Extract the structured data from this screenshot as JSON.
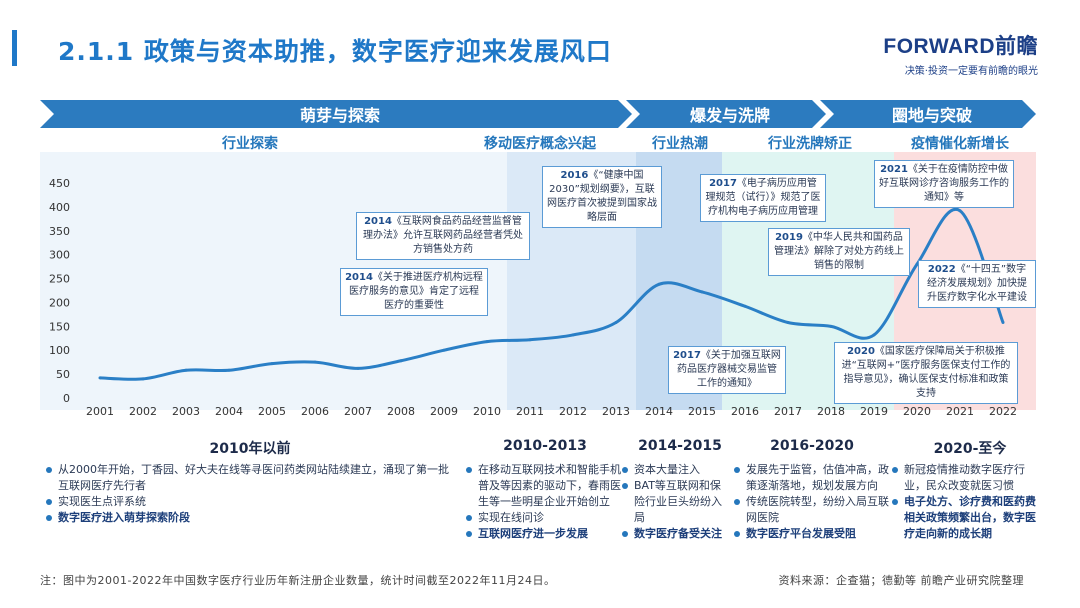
{
  "header": {
    "title": "2.1.1 政策与资本助推，数字医疗迎来发展风口",
    "brand_logo": "FORWARD前瞻",
    "brand_slogan": "决策·投资一定要有前瞻的眼光"
  },
  "phases": [
    {
      "label": "萌芽与探索",
      "color": "#2c7bbf"
    },
    {
      "label": "爆发与洗牌",
      "color": "#2c7bbf"
    },
    {
      "label": "圈地与突破",
      "color": "#2c7bbf"
    }
  ],
  "subphases": [
    {
      "label": "行业探索",
      "bg": "#eef5fb"
    },
    {
      "label": "移动医疗概念兴起",
      "bg": "#dbe9f7"
    },
    {
      "label": "行业热潮",
      "bg": "#c5dbf1"
    },
    {
      "label": "行业洗牌矫正",
      "bg": "#dff5f2"
    },
    {
      "label": "疫情催化新增长",
      "bg": "#fbdede"
    }
  ],
  "chart_data": {
    "type": "line",
    "x": [
      2001,
      2002,
      2003,
      2004,
      2005,
      2006,
      2007,
      2008,
      2009,
      2010,
      2011,
      2012,
      2013,
      2014,
      2015,
      2016,
      2017,
      2018,
      2019,
      2020,
      2021,
      2022
    ],
    "y": [
      42,
      40,
      58,
      58,
      72,
      75,
      62,
      78,
      100,
      118,
      122,
      132,
      158,
      238,
      222,
      192,
      158,
      150,
      132,
      280,
      392,
      158
    ],
    "yticks": [
      0,
      50,
      100,
      150,
      200,
      250,
      300,
      350,
      400,
      450
    ],
    "ylim": [
      0,
      450
    ],
    "color": "#2a7fc6",
    "band_colors": {
      "explore": "#eef5fb",
      "mobile": "#dbe9f7",
      "hot": "#c5dbf1",
      "shuffle": "#dff5f2",
      "covid": "#fbdede"
    }
  },
  "annotations": [
    {
      "year": "2014",
      "text": "《关于推进医疗机构远程医疗服务的意见》肯定了远程医疗的重要性"
    },
    {
      "year": "2014",
      "text": "《互联网食品药品经营监督管理办法》允许互联网药品经营者凭处方销售处方药"
    },
    {
      "year": "2016",
      "text": "《“健康中国2030”规划纲要》，互联网医疗首次被提到国家战略层面"
    },
    {
      "year": "2017",
      "text": "《电子病历应用管理规范（试行）》规范了医疗机构电子病历应用管理"
    },
    {
      "year": "2017",
      "text": "《关于加强互联网药品医疗器械交易监管工作的通知》"
    },
    {
      "year": "2019",
      "text": "《中华人民共和国药品管理法》解除了对处方药线上销售的限制"
    },
    {
      "year": "2021",
      "text": "《关于在疫情防控中做好互联网诊疗咨询服务工作的通知》等"
    },
    {
      "year": "2022",
      "text": "《“十四五”数字经济发展规划》加快提升医疗数字化水平建设"
    },
    {
      "year": "2020",
      "text": "《国家医疗保障局关于积极推进“互联网+”医疗服务医保支付工作的指导意见》，确认医保支付标准和政策支持"
    }
  ],
  "periods": [
    {
      "label": "2010年以前",
      "items": [
        {
          "text": "从2000年开始，丁香园、好大夫在线等寻医问药类网站陆续建立，涌现了第一批互联网医疗先行者",
          "strong": false
        },
        {
          "text": "实现医生点评系统",
          "strong": false
        },
        {
          "text": "数字医疗进入萌芽探索阶段",
          "strong": true
        }
      ]
    },
    {
      "label": "2010-2013",
      "items": [
        {
          "text": "在移动互联网技术和智能手机普及等因素的驱动下，春雨医生等一些明星企业开始创立",
          "strong": false
        },
        {
          "text": "实现在线问诊",
          "strong": false
        },
        {
          "text": "互联网医疗进一步发展",
          "strong": true
        }
      ]
    },
    {
      "label": "2014-2015",
      "items": [
        {
          "text": "资本大量注入",
          "strong": false
        },
        {
          "text": "BAT等互联网和保险行业巨头纷纷入局",
          "strong": false
        },
        {
          "text": "数字医疗备受关注",
          "strong": true
        }
      ]
    },
    {
      "label": "2016-2020",
      "items": [
        {
          "text": "发展先于监管，估值冲高，政策逐渐落地，规划发展方向",
          "strong": false
        },
        {
          "text": "传统医院转型，纷纷入局互联网医院",
          "strong": false
        },
        {
          "text": "数字医疗平台发展受阻",
          "strong": true
        }
      ]
    },
    {
      "label": "2020-至今",
      "items": [
        {
          "text": "新冠疫情推动数字医疗行业，民众改变就医习惯",
          "strong": false
        },
        {
          "text": "电子处方、诊疗费和医药费相关政策频繁出台，数字医疗走向新的成长期",
          "strong": true
        }
      ]
    }
  ],
  "footer": {
    "note": "注：图中为2001-2022年中国数字医疗行业历年新注册企业数量，统计时间截至2022年11月24日。",
    "source": "资料来源：企查猫；德勤等 前瞻产业研究院整理"
  }
}
